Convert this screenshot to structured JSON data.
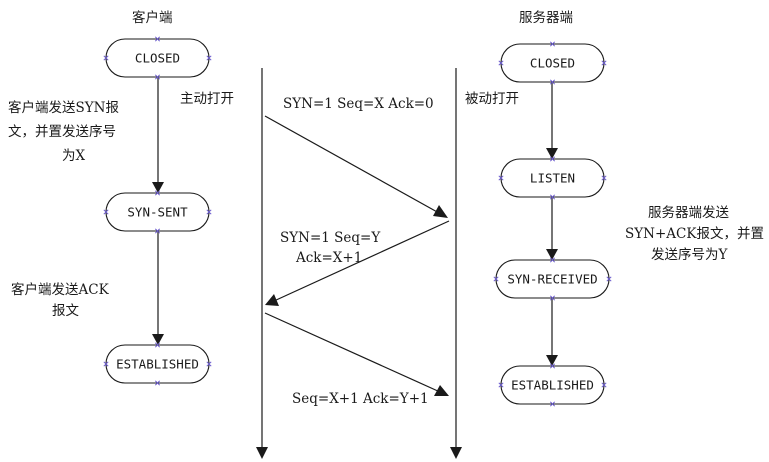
{
  "client": {
    "title": "客户端",
    "states": [
      "CLOSED",
      "SYN-SENT",
      "ESTABLISHED"
    ],
    "note1": [
      "客户端发送SYN报",
      "文，并置发送序号",
      "为X"
    ],
    "note2": [
      "客户端发送ACK",
      "报文"
    ],
    "active_open": "主动打开"
  },
  "server": {
    "title": "服务器端",
    "states": [
      "CLOSED",
      "LISTEN",
      "SYN-RECEIVED",
      "ESTABLISHED"
    ],
    "note": [
      "服务器端发送",
      "SYN+ACK报文，并置",
      "发送序号为Y"
    ],
    "passive_open": "被动打开"
  },
  "messages": {
    "m1": "SYN=1 Seq=X Ack=0",
    "m2_line1": "SYN=1 Seq=Y",
    "m2_line2": "Ack=X+1",
    "m3": "Seq=X+1 Ack=Y+1"
  },
  "colors": {
    "ink": "#1a1a1a",
    "marker": "#6a5acd",
    "background": "#ffffff"
  }
}
